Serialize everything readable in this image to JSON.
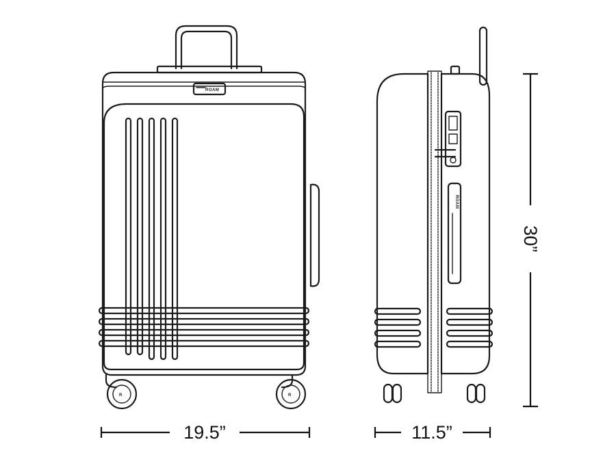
{
  "diagram": {
    "brand_logo": "ROAM",
    "dimensions": {
      "width": "19.5”",
      "depth": "11.5”",
      "height": "30”"
    },
    "colors": {
      "line": "#1a1a1a",
      "background": "#ffffff"
    }
  }
}
